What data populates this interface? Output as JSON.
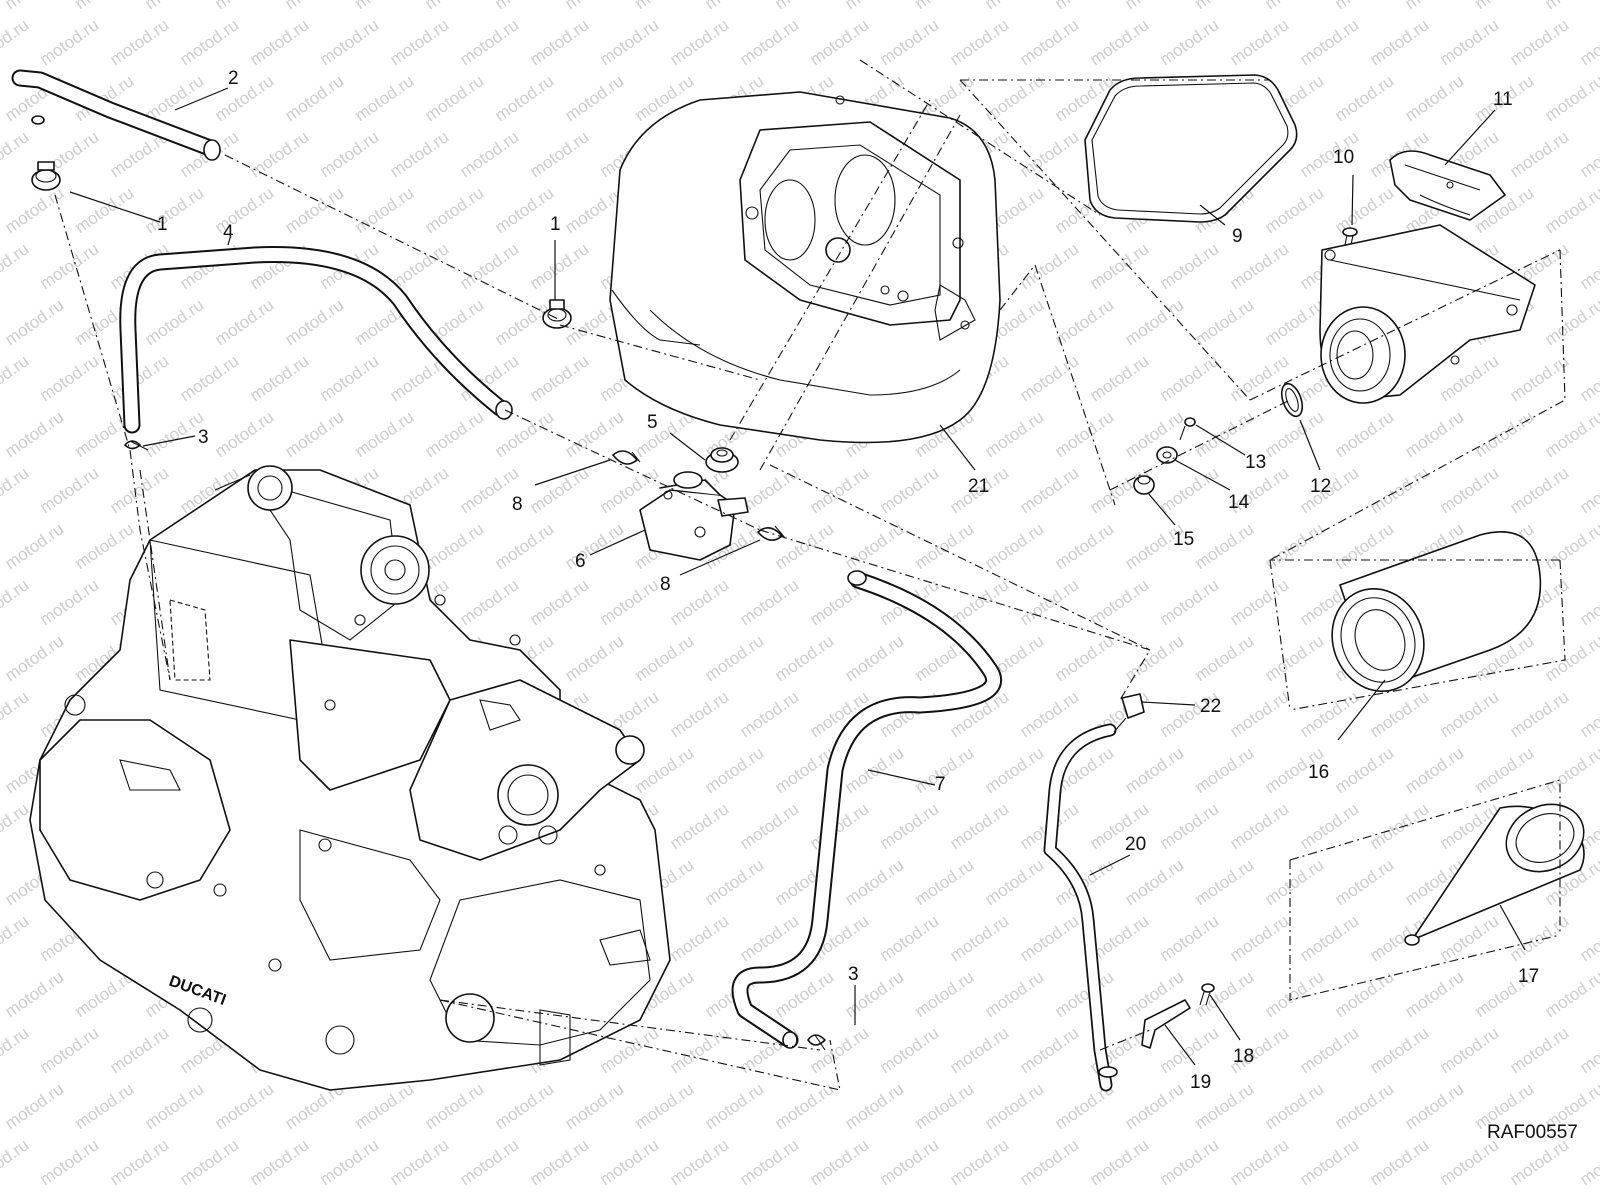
{
  "watermark": "motod.ru",
  "diagram_code": "RAF00557",
  "engine_brand": "DUCATI",
  "callouts": {
    "c1a": "1",
    "c1b": "1",
    "c2": "2",
    "c3a": "3",
    "c3b": "3",
    "c4": "4",
    "c5": "5",
    "c6": "6",
    "c7": "7",
    "c8a": "8",
    "c8b": "8",
    "c9": "9",
    "c10": "10",
    "c11": "11",
    "c12": "12",
    "c13": "13",
    "c14": "14",
    "c15": "15",
    "c16": "16",
    "c17": "17",
    "c18": "18",
    "c19": "19",
    "c20": "20",
    "c21": "21",
    "c22": "22"
  }
}
